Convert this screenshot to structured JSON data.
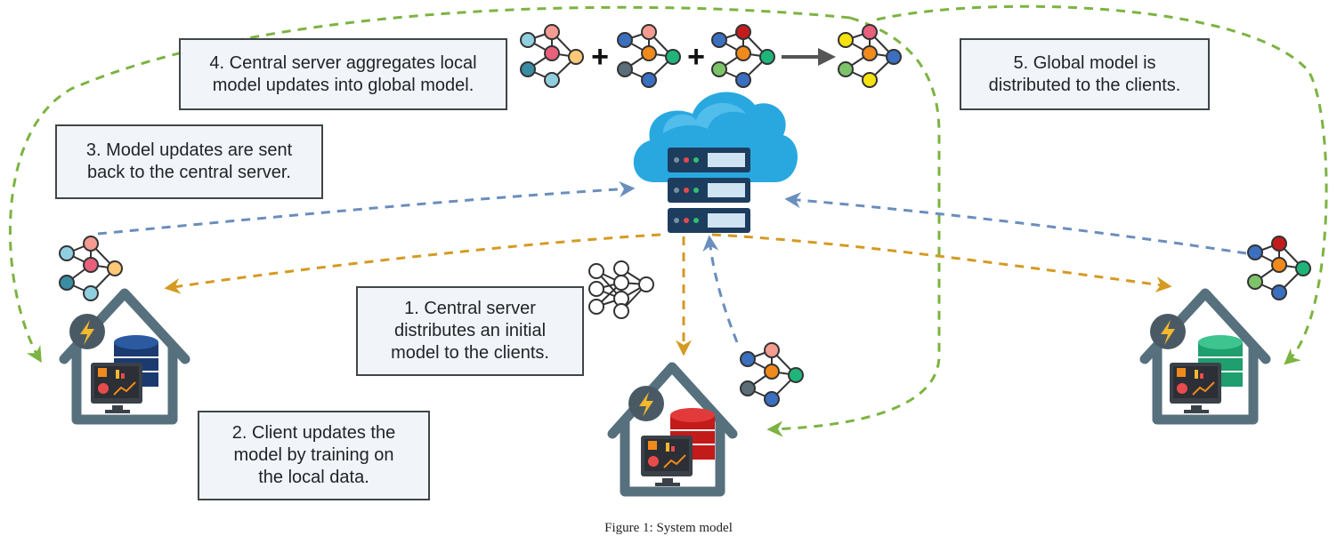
{
  "steps": {
    "step1": "1. Central server\ndistributes an initial\nmodel to the clients.",
    "step2": "2. Client updates the\nmodel by training on\nthe local data.",
    "step3": "3. Model updates are sent\nback to the central server.",
    "step4": "4. Central server aggregates local\nmodel updates into global model.",
    "step5": "5. Global model is\ndistributed to the clients."
  },
  "aggregation": {
    "plus": "+"
  },
  "caption": "Figure 1: System model",
  "colors": {
    "distribute_arrow": "#d49a22",
    "update_arrow": "#6a8ebd",
    "global_arrow": "#7cb342",
    "house": "#57707d",
    "cloud": "#29a8e0",
    "server": "#1d3d5e",
    "client_left_db": "#1b3a70",
    "client_center_db": "#c31a1a",
    "client_right_db": "#1f9e6e"
  },
  "icons": {
    "server": "cloud-server-icon",
    "model": "neural-network-icon",
    "client": "smart-home-icon",
    "database": "database-icon",
    "energy": "lightning-icon",
    "dashboard": "monitor-dashboard-icon"
  }
}
